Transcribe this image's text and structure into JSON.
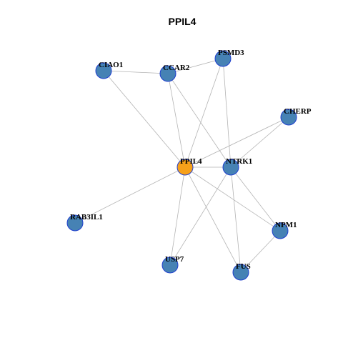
{
  "title": "PPIL4",
  "colors": {
    "hub": "#f7a11a",
    "node": "#4682b4",
    "node_border": "#1f3fcf",
    "edge": "#b3b3b3"
  },
  "nodes": [
    {
      "id": "PPIL4",
      "label": "PPIL4",
      "role": "hub"
    },
    {
      "id": "NTRK1",
      "label": "NTRK1",
      "role": "node"
    },
    {
      "id": "PSMD3",
      "label": "PSMD3",
      "role": "node"
    },
    {
      "id": "CCAR2",
      "label": "CCAR2",
      "role": "node"
    },
    {
      "id": "CIAO1",
      "label": "CIAO1",
      "role": "node"
    },
    {
      "id": "CHERP",
      "label": "CHERP",
      "role": "node"
    },
    {
      "id": "RAB3IL1",
      "label": "RAB3IL1",
      "role": "node"
    },
    {
      "id": "NPM1",
      "label": "NPM1",
      "role": "node"
    },
    {
      "id": "USP7",
      "label": "USP7",
      "role": "node"
    },
    {
      "id": "FUS",
      "label": "FUS",
      "role": "node"
    }
  ],
  "edges": [
    [
      "CIAO1",
      "CCAR2"
    ],
    [
      "CCAR2",
      "PSMD3"
    ],
    [
      "CIAO1",
      "PPIL4"
    ],
    [
      "CCAR2",
      "PPIL4"
    ],
    [
      "CCAR2",
      "NTRK1"
    ],
    [
      "PSMD3",
      "PPIL4"
    ],
    [
      "PSMD3",
      "NTRK1"
    ],
    [
      "CHERP",
      "PPIL4"
    ],
    [
      "CHERP",
      "NTRK1"
    ],
    [
      "PPIL4",
      "NTRK1"
    ],
    [
      "PPIL4",
      "RAB3IL1"
    ],
    [
      "PPIL4",
      "NPM1"
    ],
    [
      "PPIL4",
      "USP7"
    ],
    [
      "PPIL4",
      "FUS"
    ],
    [
      "NTRK1",
      "NPM1"
    ],
    [
      "NTRK1",
      "USP7"
    ],
    [
      "NTRK1",
      "FUS"
    ],
    [
      "NPM1",
      "FUS"
    ]
  ]
}
